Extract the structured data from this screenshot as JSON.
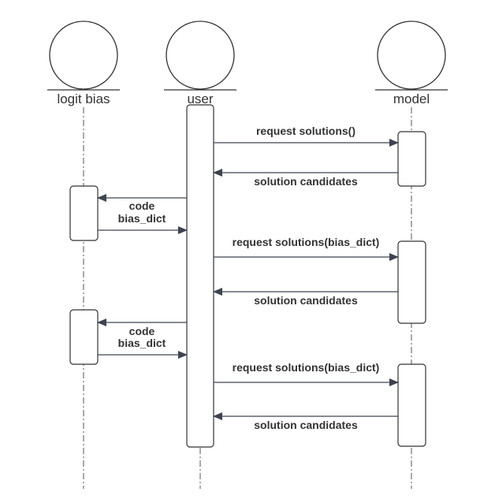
{
  "lifelines": [
    {
      "id": "logit_bias",
      "name": "logit bias"
    },
    {
      "id": "user",
      "name": "user"
    },
    {
      "id": "model",
      "name": "model"
    }
  ],
  "messages": [
    {
      "from": "user",
      "to": "model",
      "label": "request solutions()"
    },
    {
      "from": "model",
      "to": "user",
      "label": "solution candidates"
    },
    {
      "from": "user",
      "to": "logit_bias",
      "label": "code"
    },
    {
      "from": "logit_bias",
      "to": "user",
      "label": "bias_dict"
    },
    {
      "from": "user",
      "to": "model",
      "label": "request solutions(bias_dict)"
    },
    {
      "from": "model",
      "to": "user",
      "label": "solution candidates"
    },
    {
      "from": "user",
      "to": "logit_bias",
      "label": "code"
    },
    {
      "from": "logit_bias",
      "to": "user",
      "label": "bias_dict"
    },
    {
      "from": "user",
      "to": "model",
      "label": "request solutions(bias_dict)"
    },
    {
      "from": "model",
      "to": "user",
      "label": "solution candidates"
    }
  ]
}
